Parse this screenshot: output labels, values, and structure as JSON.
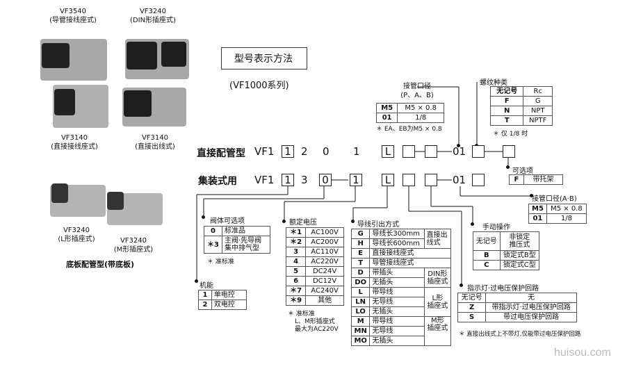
{
  "products": {
    "p1": {
      "model": "VF3540",
      "desc": "(导管接线座式)"
    },
    "p2": {
      "model": "VF3240",
      "desc": "(DIN形插座式)"
    },
    "p3": {
      "model": "VF3140",
      "desc": "(直接接线座式)"
    },
    "p4": {
      "model": "VF3140",
      "desc": "(直接出线式)"
    },
    "p5": {
      "model": "VF3240",
      "desc": "(L形插座式)"
    },
    "p6": {
      "model": "VF3240",
      "desc": "(M形插座式)"
    },
    "base_caption": "底板配管型(带底板)"
  },
  "header": {
    "title": "型号表示方法",
    "subtitle": "(VF1000系列)"
  },
  "rows": {
    "direct": {
      "label": "直接配管型",
      "series": "VF1",
      "d1": "1",
      "d2": "2",
      "d3": "0",
      "d4": "1",
      "d5": "L",
      "suffix": "01"
    },
    "manifold": {
      "label": "集装式用",
      "series": "VF1",
      "d1": "1",
      "d2": "3",
      "d3": "0",
      "d4": "1",
      "d5": "L",
      "suffix": "01"
    }
  },
  "port_size": {
    "title": "接管口径",
    "sub": "(P、A、B)",
    "rows": [
      [
        "M5",
        "M5 × 0.8"
      ],
      [
        "01",
        "1/8"
      ]
    ],
    "note": "＊ EA、EB为M5 × 0.8"
  },
  "thread": {
    "title": "螺纹种类",
    "rows": [
      [
        "无记号",
        "Rc"
      ],
      [
        "F",
        "G"
      ],
      [
        "N",
        "NPT"
      ],
      [
        "T",
        "NPTF"
      ]
    ],
    "note": "＊ 仅 1/8 时"
  },
  "option": {
    "title": "可选项",
    "rows": [
      [
        "F",
        "带托架"
      ]
    ]
  },
  "port_ab": {
    "title": "接管口径(A·B)",
    "rows": [
      [
        "M5",
        "M5 × 0.8"
      ],
      [
        "01",
        "1/8"
      ]
    ]
  },
  "manual": {
    "title": "手动操作",
    "rows": [
      [
        "无记号",
        "非锁定\n推压式"
      ],
      [
        "B",
        "锁定式B型"
      ],
      [
        "C",
        "锁定式C型"
      ]
    ]
  },
  "indicator": {
    "title": "指示灯·过电压保护回路",
    "rows": [
      [
        "无记号",
        "无"
      ],
      [
        "Z",
        "带指示灯·过电压保护回路"
      ],
      [
        "S",
        "带过电压保护回路"
      ]
    ],
    "note": "＊ 直接出线式上不带灯,仅能带过电压保护回路"
  },
  "body_opt": {
    "title": "阀体可选项",
    "rows": [
      [
        "0",
        "标准品"
      ],
      [
        "＊3",
        "主阀·先导阀集中排气型"
      ]
    ],
    "note": "＊ 准标准"
  },
  "function": {
    "title": "机能",
    "rows": [
      [
        "1",
        "单电控"
      ],
      [
        "2",
        "双电控"
      ]
    ]
  },
  "voltage": {
    "title": "额定电压",
    "rows": [
      [
        "＊1",
        "AC100V"
      ],
      [
        "＊2",
        "AC200V"
      ],
      [
        "3",
        "AC110V"
      ],
      [
        "4",
        "AC220V"
      ],
      [
        "5",
        "DC24V"
      ],
      [
        "6",
        "DC12V"
      ],
      [
        "＊7",
        "AC240V"
      ],
      [
        "＊9",
        "其他"
      ]
    ],
    "note1": "＊ 准标准",
    "note2": "L、M形插座式",
    "note3": "最大为AC220V"
  },
  "wiring": {
    "title": "导线引出方式",
    "rows": [
      [
        "G",
        "导线长300mm",
        "直接出\n线式"
      ],
      [
        "H",
        "导线长600mm",
        ""
      ],
      [
        "E",
        "直接接线座式",
        ""
      ],
      [
        "T",
        "导管接线座式",
        ""
      ],
      [
        "D",
        "带插头",
        "DIN形\n插座式"
      ],
      [
        "DO",
        "无插头",
        ""
      ],
      [
        "L",
        "带导线",
        "L形\n插座式"
      ],
      [
        "LN",
        "无导线",
        ""
      ],
      [
        "LO",
        "无插头",
        ""
      ],
      [
        "M",
        "带导线",
        "M形\n插座式"
      ],
      [
        "MN",
        "无导线",
        ""
      ],
      [
        "MO",
        "无插头",
        ""
      ]
    ]
  },
  "watermark": "huisou.com",
  "colors": {
    "line": "#111111",
    "valve_body": "#9a9a9a",
    "coil": "#1e1e1e"
  }
}
